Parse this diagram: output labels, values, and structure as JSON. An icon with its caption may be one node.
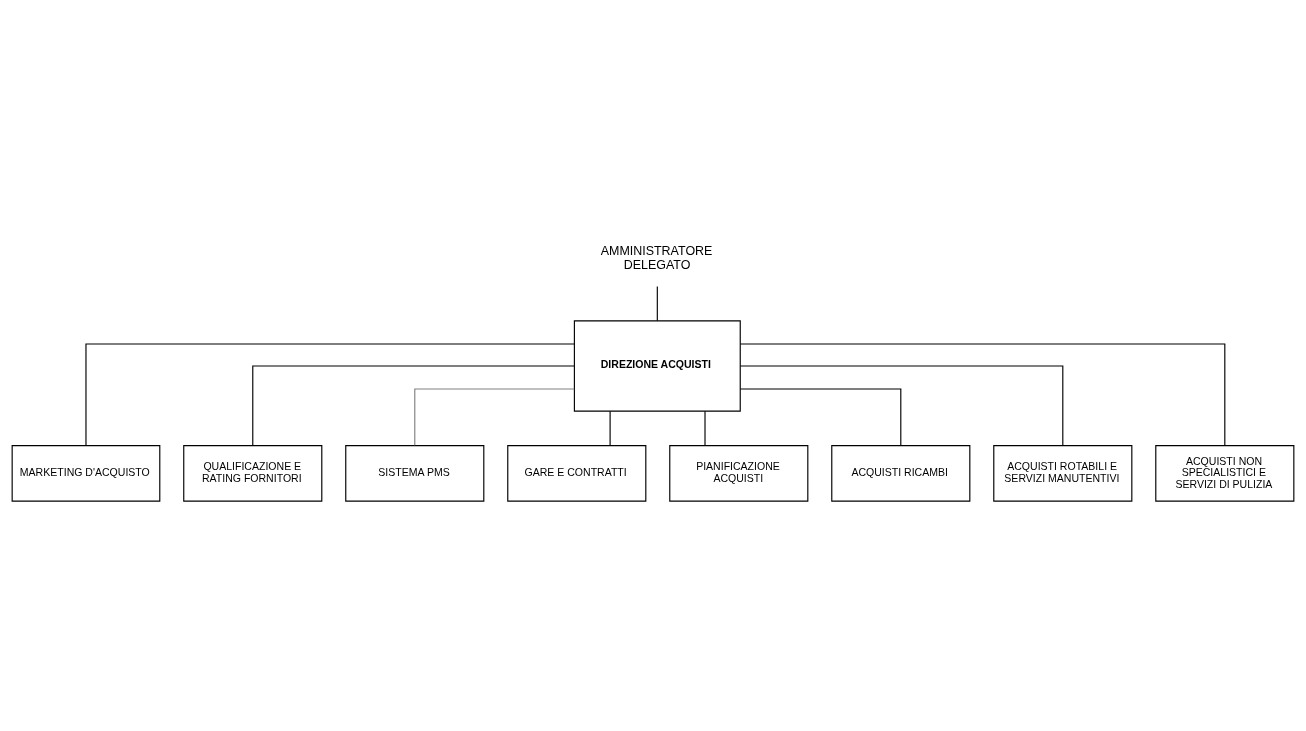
{
  "diagram": {
    "nodes": [
      {
        "text": [
          "AMMINISTRATORE DELEGATO"
        ]
      },
      {
        "text": [
          "DIREZIONE ACQUISTI"
        ]
      },
      {
        "text": [
          "MARKETING D'ACQUISTO"
        ]
      },
      {
        "text": [
          "QUALIFICAZIONE E RATING FORNITORI"
        ]
      },
      {
        "text": [
          "SISTEMA PMS"
        ]
      },
      {
        "text": [
          "GARE E CONTRATTI"
        ]
      },
      {
        "text": [
          "PIANIFICAZIONE ACQUISTI"
        ]
      },
      {
        "text": [
          "ACQUISTI RICAMBI"
        ]
      },
      {
        "text": [
          "ACQUISTI ROTABILI E SERVIZI MANUTENTIVI"
        ]
      },
      {
        "text": [
          "ACQUISTI NON SPECIALISTICI E SERVIZI DI PULIZIA"
        ]
      }
    ],
    "edges": [
      {
        "from": 0,
        "to": 1,
        "arrow": "none"
      },
      {
        "from": 1,
        "to": 2,
        "arrow": "none"
      },
      {
        "from": 1,
        "to": 3,
        "arrow": "none"
      },
      {
        "from": 1,
        "to": 4,
        "arrow": "none",
        "color": "#808080"
      },
      {
        "from": 1,
        "to": 5,
        "arrow": "none"
      },
      {
        "from": 1,
        "to": 6,
        "arrow": "none"
      },
      {
        "from": 1,
        "to": 7,
        "arrow": "none"
      },
      {
        "from": 1,
        "to": 8,
        "arrow": "none"
      },
      {
        "from": 1,
        "to": 9,
        "arrow": "none"
      }
    ]
  }
}
